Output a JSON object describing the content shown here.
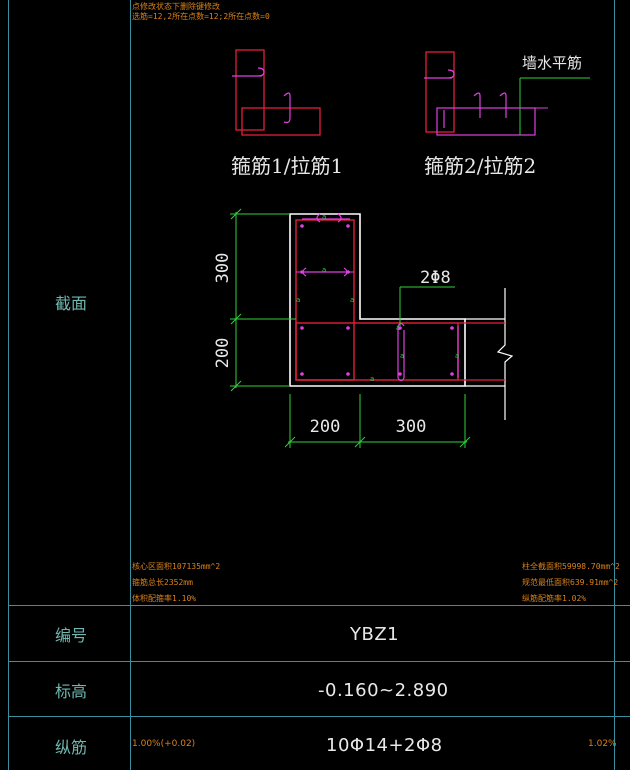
{
  "table": {
    "section_label": "截面",
    "id_label": "编号",
    "elev_label": "标高",
    "long_label": "纵筋",
    "id_value": "YBZ1",
    "elev_value": "-0.160~2.890",
    "long_value": "10Φ14+2Φ8",
    "long_left_note": "1.00%(+0.02)",
    "long_right_note": "1.02%"
  },
  "notes": {
    "top_line1": "点修改状态下删除键修改",
    "top_line2": "选筋=12,2所在点数=12;2所在点数=0",
    "bl_line1": "核心区面积107135mm^2",
    "bl_line2": "箍筋总长2352mm",
    "bl_line3": "体积配箍率1.10%",
    "br_line1": "柱全截面积59998.70mm^2",
    "br_line2": "规范最低面积639.91mm^2",
    "br_line3": "纵筋配筋率1.02%"
  },
  "drawing": {
    "caption1": "箍筋1/拉筋1",
    "caption2": "箍筋2/拉筋2",
    "wall_rebar_label": "墙水平筋",
    "dim_300_v": "300",
    "dim_200_v": "200",
    "dim_200_h": "200",
    "dim_300_h": "300",
    "tie_label": "2Φ8",
    "rebar_marker": "a"
  },
  "colors": {
    "frame": "#3a8f9f",
    "outline": "#ffffff",
    "stirrup": "#e0203a",
    "tie": "#e040e0",
    "dimension": "#2fd03a",
    "note": "#d9821a"
  }
}
